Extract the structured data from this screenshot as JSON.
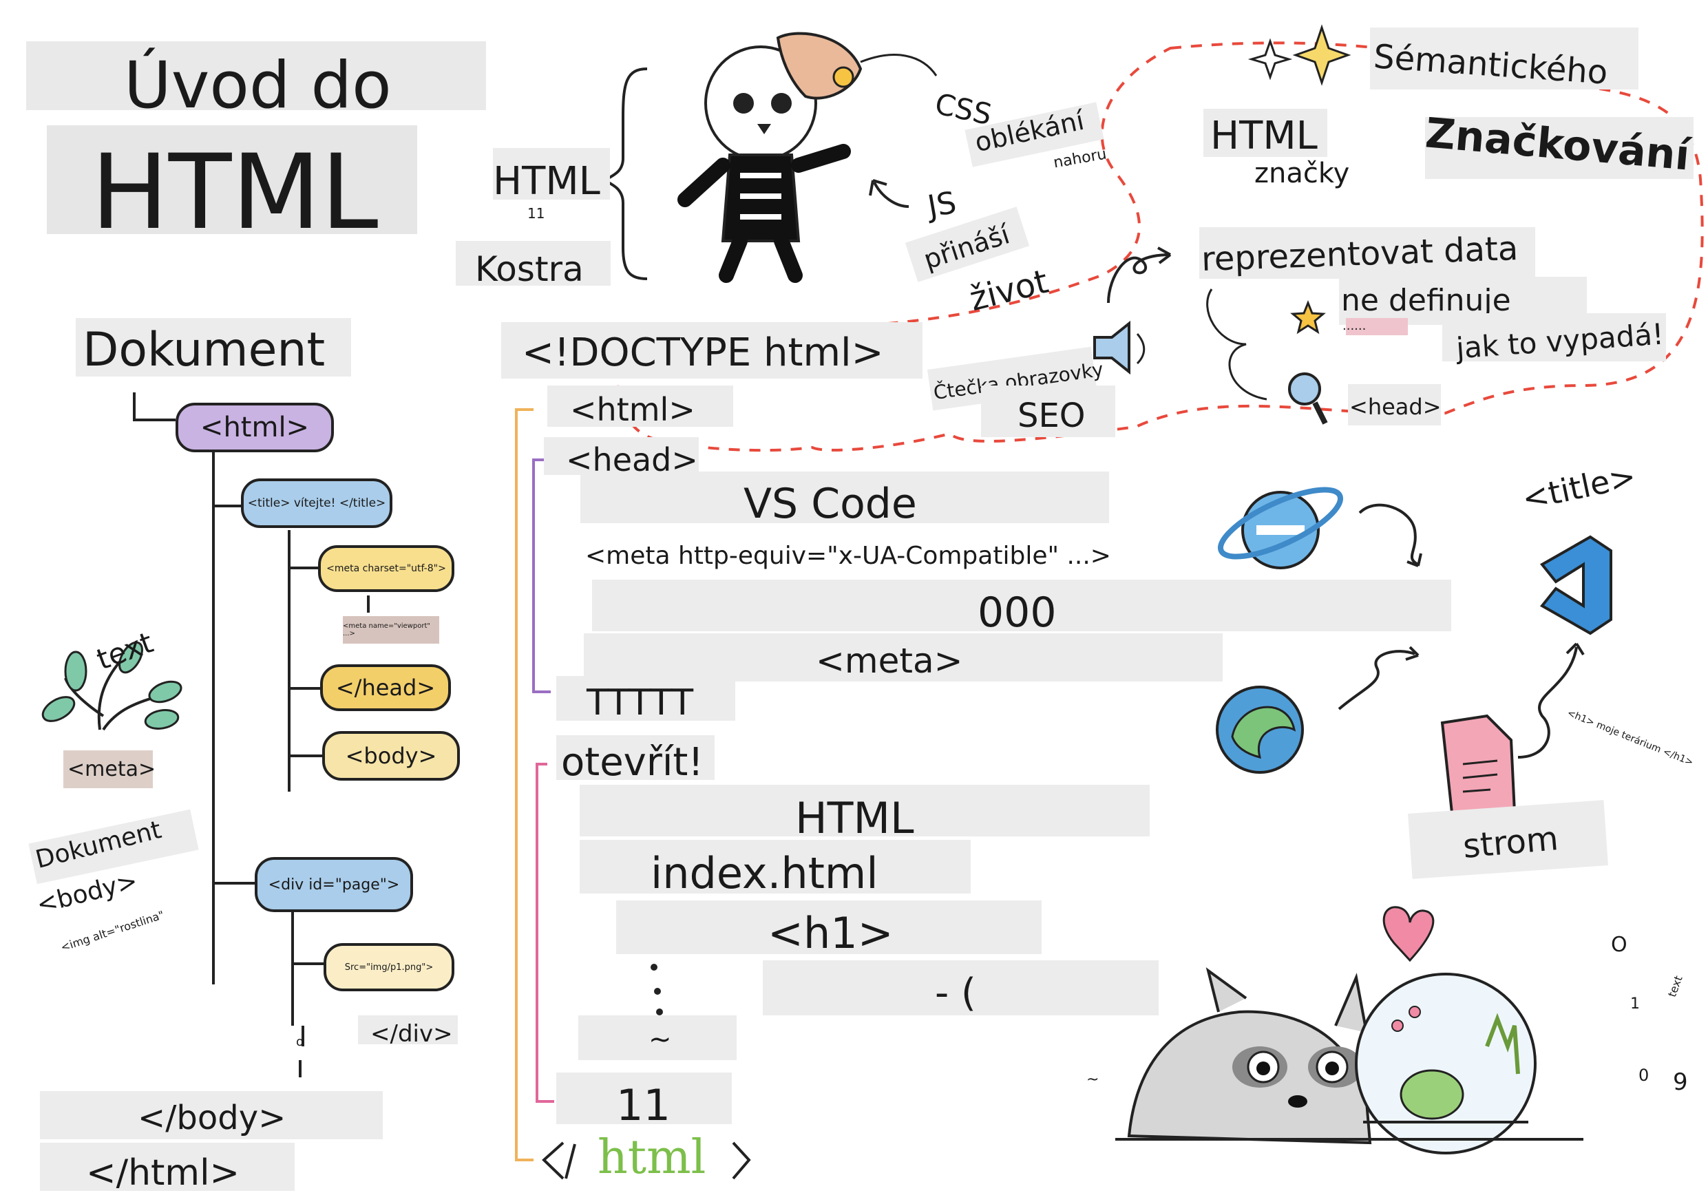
{
  "title": {
    "line1": "Úvod do",
    "line2": "HTML"
  },
  "skeleton": {
    "html_label": "HTML",
    "html_num": "11",
    "kostra": "Kostra",
    "css": "CSS",
    "oblekani": "oblékání",
    "nahoru": "nahoru",
    "js": "JS",
    "prinasi": "přináší",
    "zivot": "život"
  },
  "semantic": {
    "semantickeho": "Sémantického",
    "znackovani": "Značkování",
    "html_label": "HTML",
    "znacky": "značky",
    "reprezentovat": "reprezentovat data",
    "ne_definuje": "ne definuje",
    "jak_to_vypada": "jak to vypadá!",
    "ctecka": "Čtečka obrazovky",
    "seo": "SEO",
    "head_tag": "<head>",
    "dots": "......"
  },
  "tree": {
    "dokument": "Dokument",
    "html_node": "<html>",
    "title_node": "<title> vítejte! </title>",
    "meta_charset": "<meta charset=\"utf-8\">",
    "meta_viewport": "<meta name=\"viewport\" ...>",
    "head_close": "</head>",
    "body_node": "<body>",
    "div_node": "<div id=\"page\">",
    "img_src": "Src=\"img/p1.png\">",
    "div_close": "</div>",
    "body_close": "</body>",
    "html_close": "</html>",
    "small_o": "o"
  },
  "left_notes": {
    "text": "text",
    "meta": "<meta>",
    "dokument": "Dokument",
    "body": "<body>",
    "img_alt": "<img alt=\"rostlina\""
  },
  "code": {
    "doctype": "<!DOCTYPE html>",
    "html": "<html>",
    "head": "<head>",
    "vscode": "VS Code",
    "meta_http": "<meta http-equiv=\"x-UA-Compatible\" ...>",
    "zeros": "000",
    "meta": "<meta>",
    "ttttt": "TTTTT",
    "otevrit": "otevřít!",
    "html_word": "HTML",
    "index": "index.html",
    "h1": "<h1>",
    "dash_paren": "- (",
    "tilde": "~",
    "eleven": "11",
    "html_end": "html"
  },
  "browsers": {
    "title_tag": "<title>",
    "h1_text": "<h1> moje terárium </h1>",
    "strom": "strom"
  },
  "cat_area": {
    "tilde": "~",
    "o": "O",
    "one": "1",
    "text": "text",
    "zero": "0",
    "nine": "9"
  },
  "colors": {
    "patch": "#ececec",
    "html_pill": "#c9b3e2",
    "title_pill": "#a9cdea",
    "meta_pill": "#f7df8e",
    "head_pill": "#f3cf6a",
    "body_pill": "#f6e4a8",
    "div_pill": "#a9cdea",
    "src_pill": "#fbeec7",
    "bracket_orange": "#f0b25a",
    "bracket_purple": "#9a6ec2",
    "bracket_pink": "#e0679a",
    "dashed_red": "#e8493c",
    "green_html": "#7cbf4a"
  }
}
